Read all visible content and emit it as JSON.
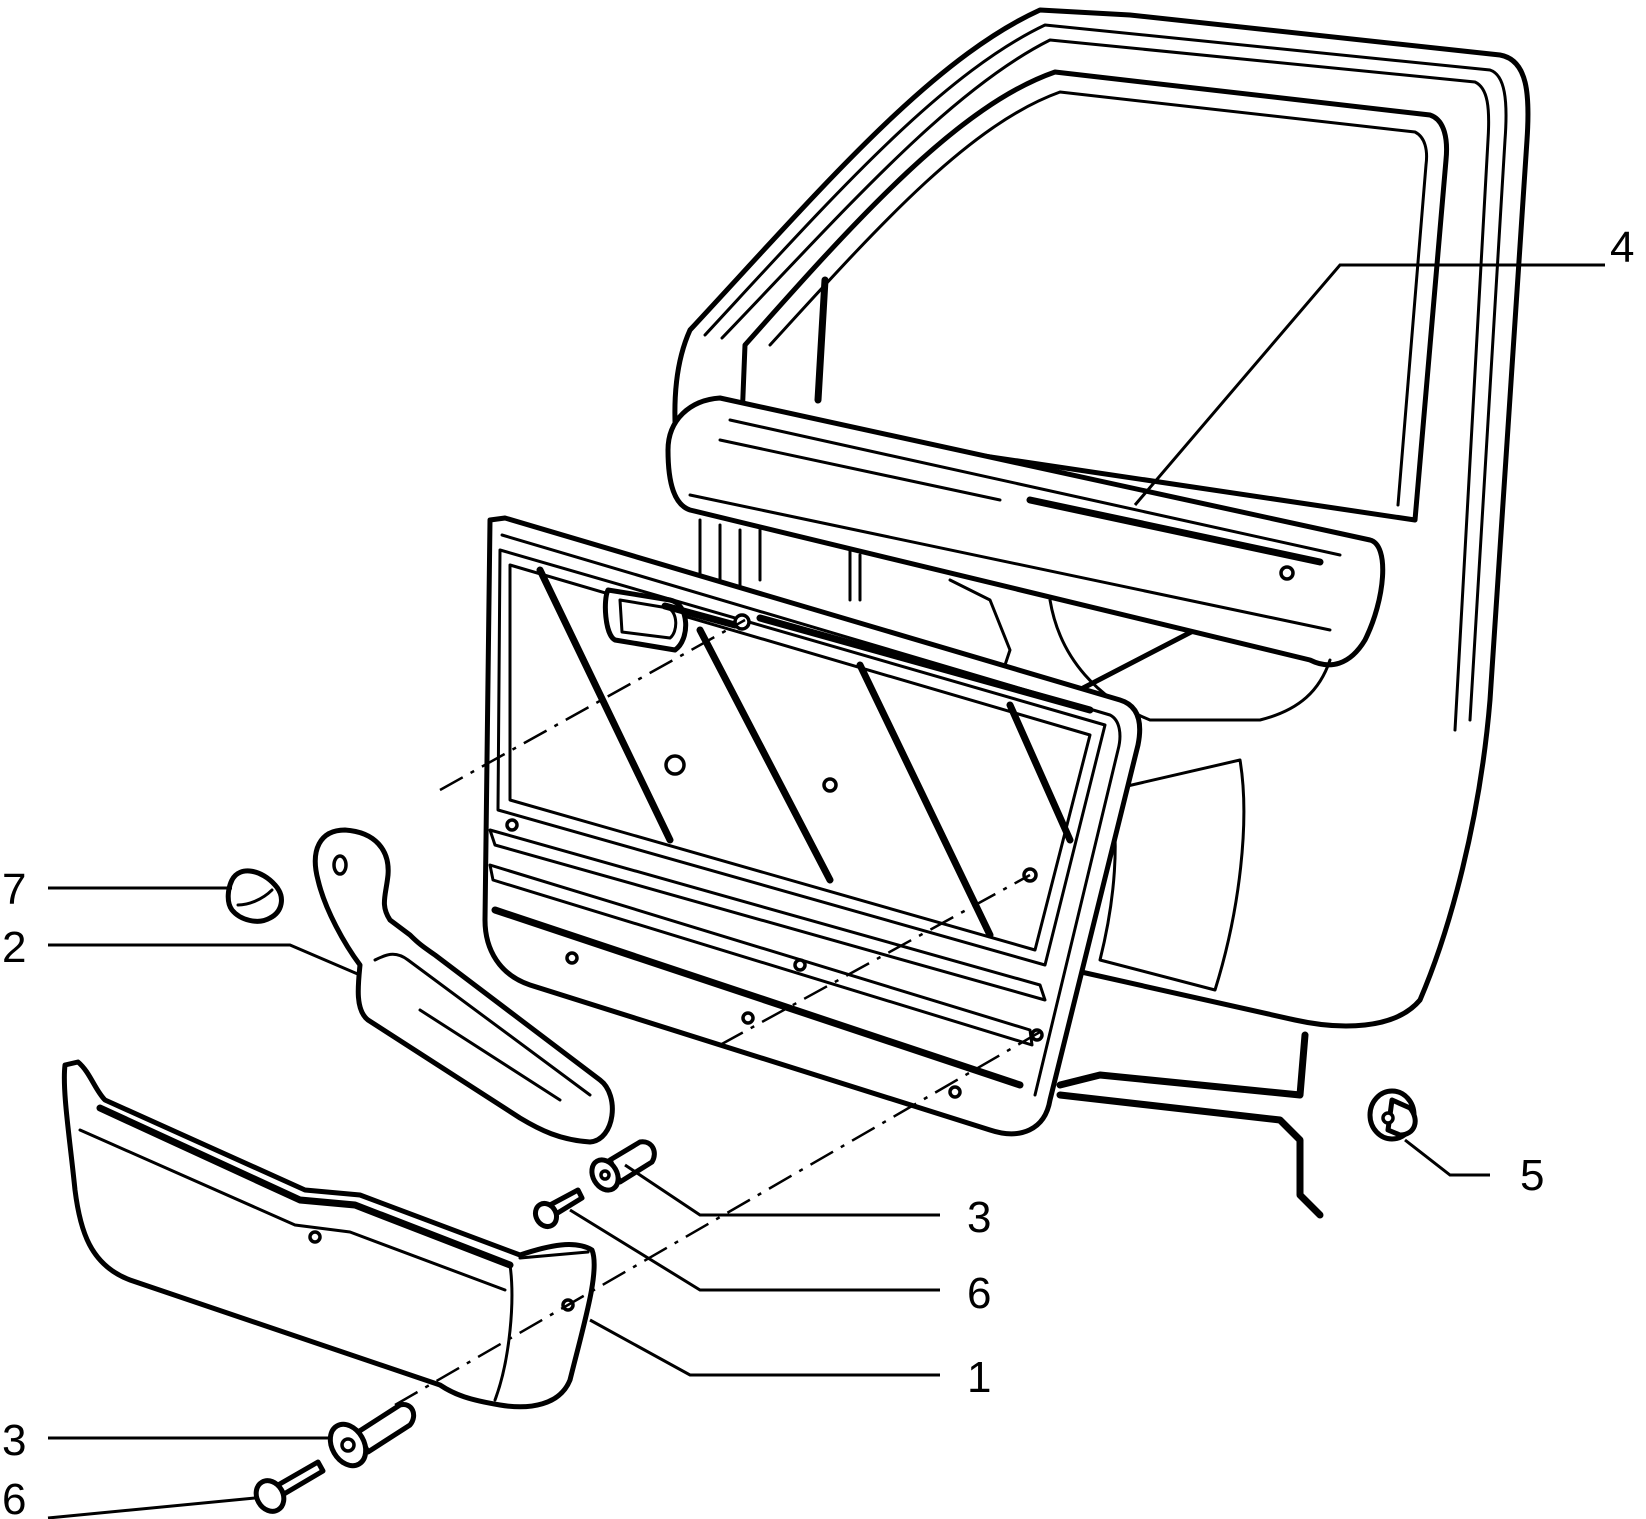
{
  "callouts": [
    {
      "id": "c4",
      "text": "4"
    },
    {
      "id": "c7",
      "text": "7"
    },
    {
      "id": "c2",
      "text": "2"
    },
    {
      "id": "c5",
      "text": "5"
    },
    {
      "id": "c3a",
      "text": "3"
    },
    {
      "id": "c6a",
      "text": "6"
    },
    {
      "id": "c1",
      "text": "1"
    },
    {
      "id": "c3b",
      "text": "3"
    },
    {
      "id": "c6b",
      "text": "6"
    }
  ],
  "colors": {
    "line": "#000000",
    "background": "#ffffff"
  }
}
